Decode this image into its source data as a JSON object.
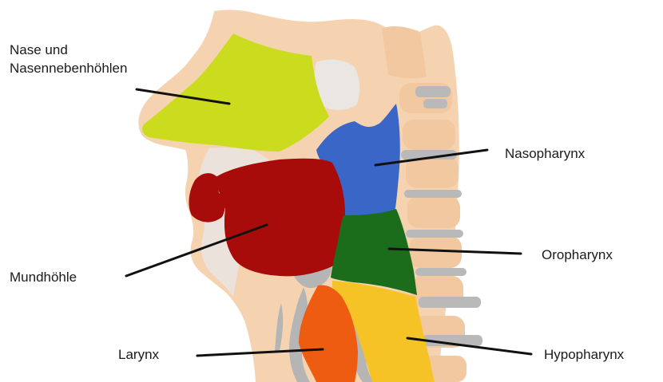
{
  "labels": {
    "nose_line1": "Nase und",
    "nose_line2": "Nasennebenhöhlen",
    "nasopharynx": "Nasopharynx",
    "oropharynx": "Oropharynx",
    "oral_cavity": "Mundhöhle",
    "larynx": "Larynx",
    "hypopharynx": "Hypopharynx"
  },
  "colors": {
    "nasal_cavity": "#cbdc1f",
    "nasopharynx": "#3a66c8",
    "oropharynx": "#1b6d1b",
    "oral_cavity": "#a80c0a",
    "larynx": "#ee5c12",
    "hypopharynx": "#f6c326",
    "soft_tissue": "#f5cfaa",
    "vertebra": "#f2c8a0",
    "cartilage_gray": "#b7b7b7",
    "leader_line": "#111111"
  }
}
